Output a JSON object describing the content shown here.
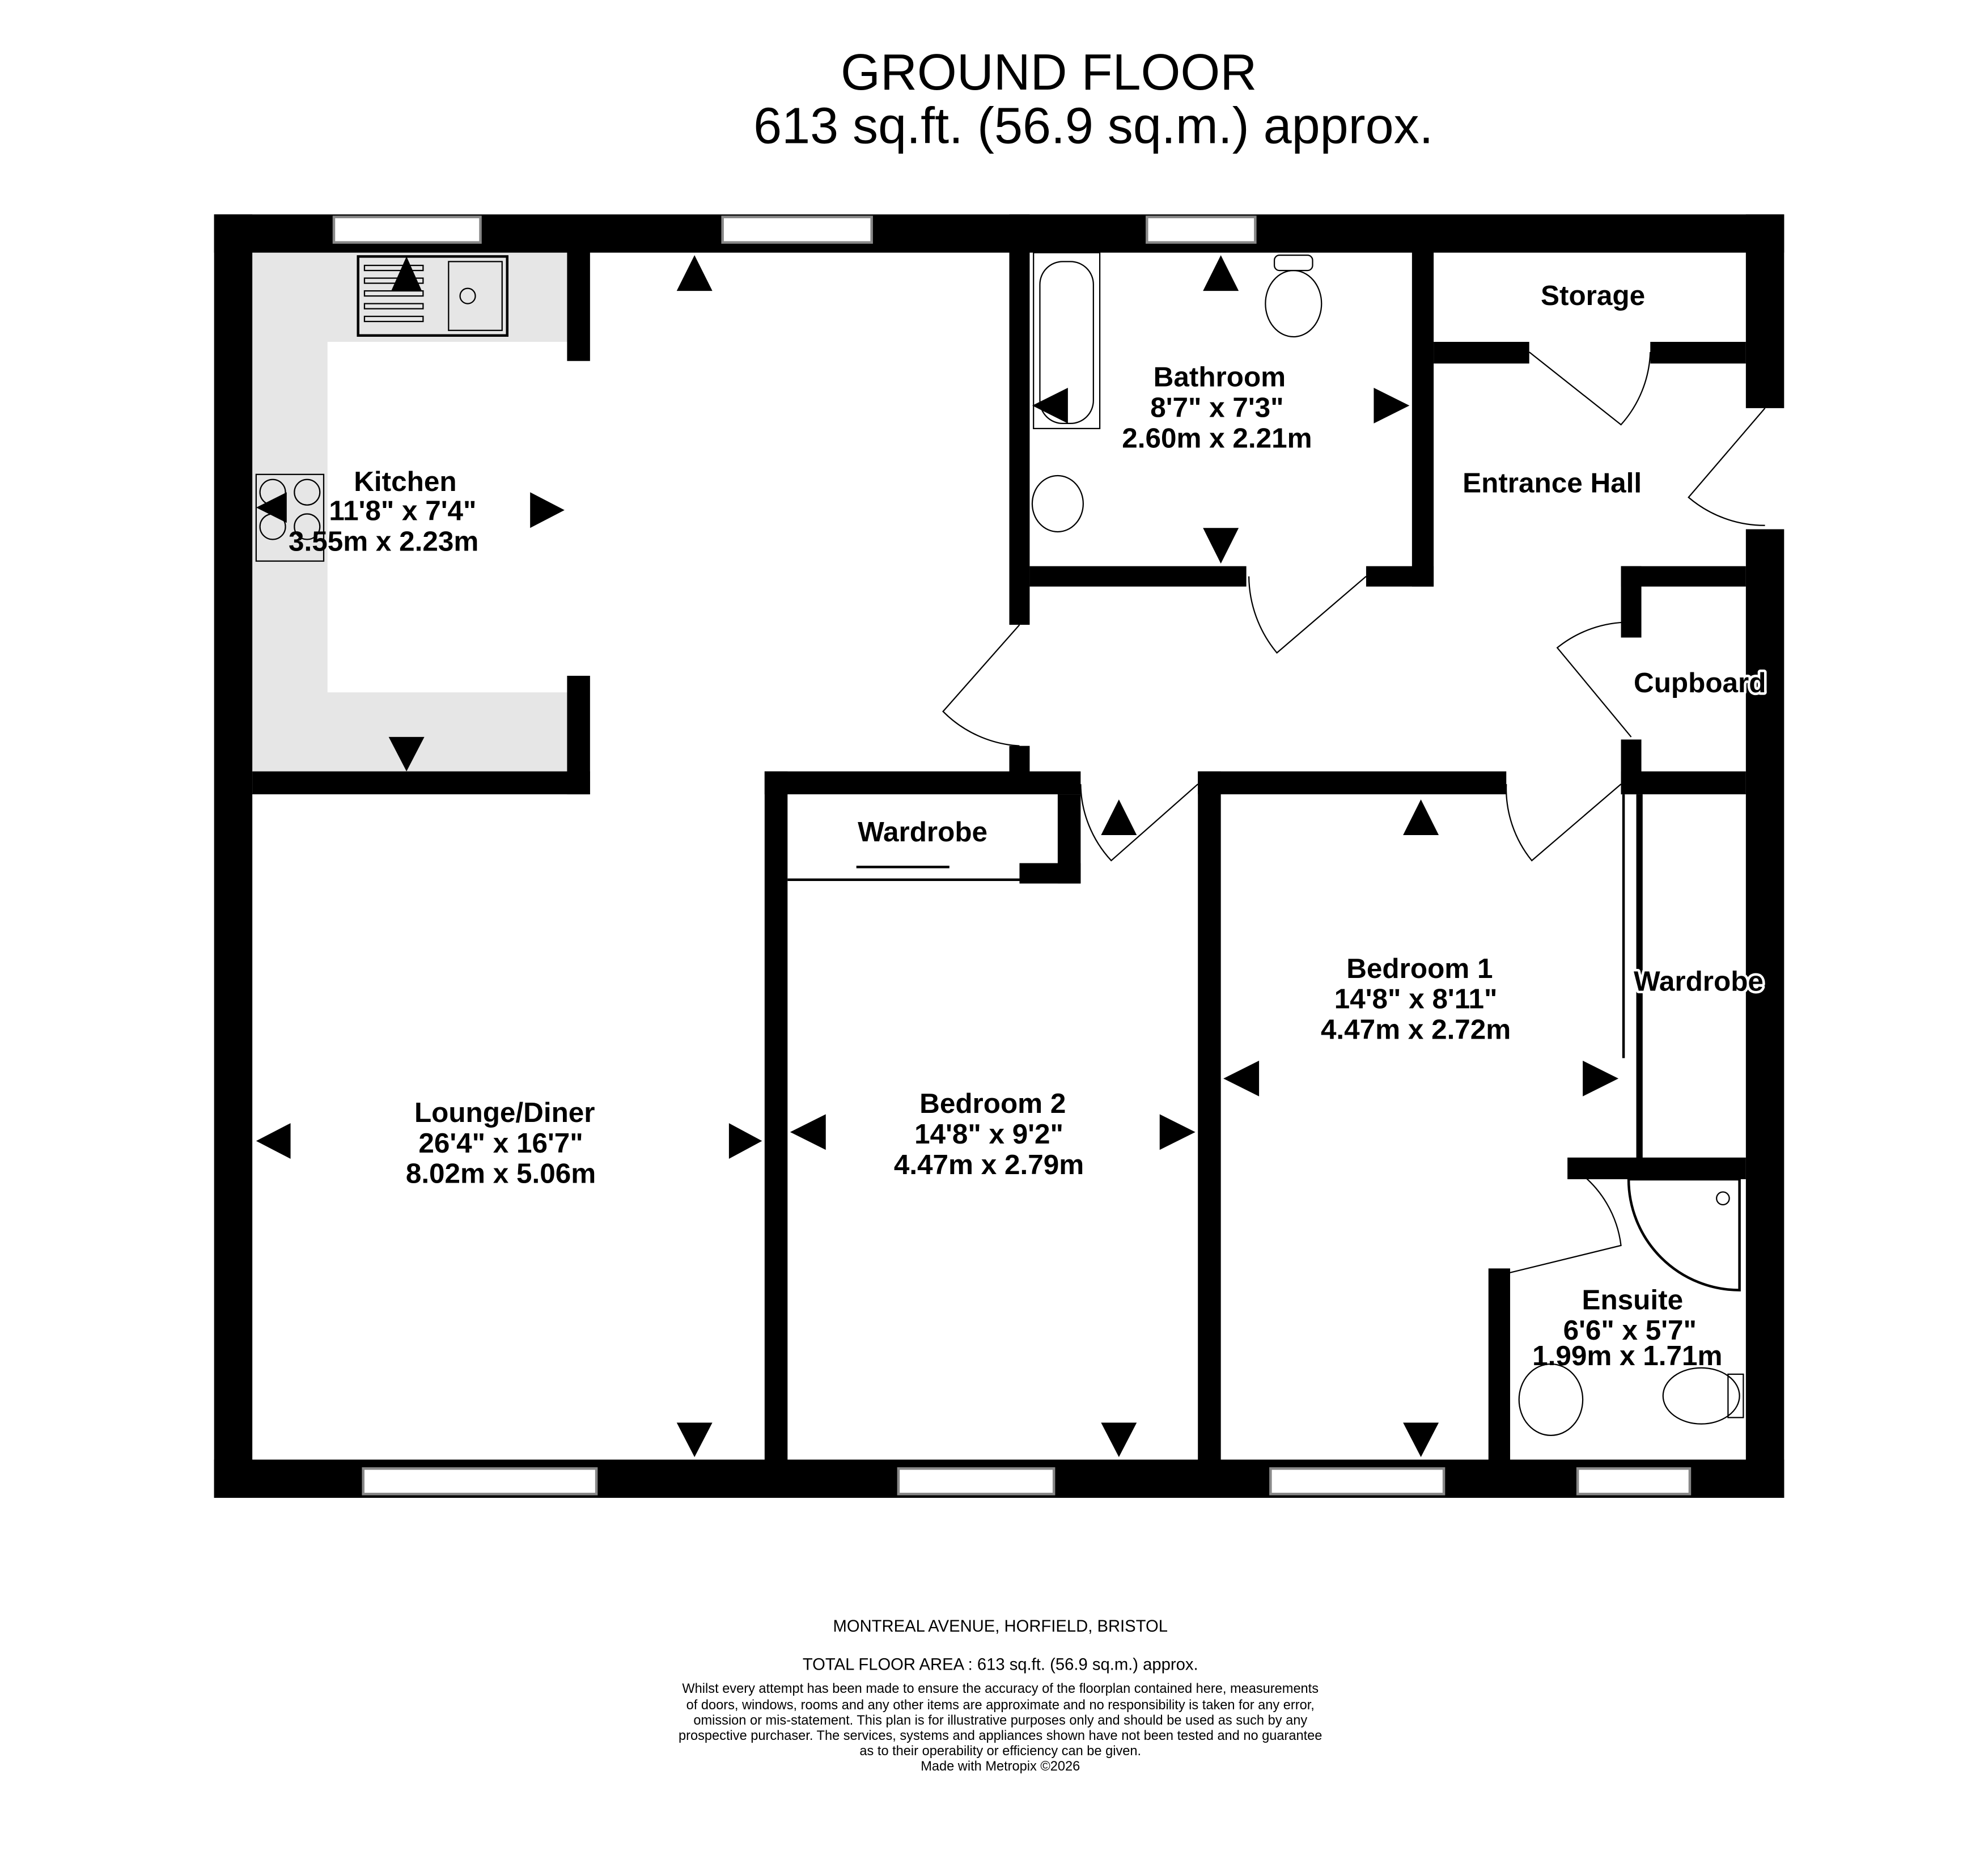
{
  "header": {
    "floor_title": "GROUND FLOOR",
    "floor_area": "613 sq.ft. (56.9 sq.m.) approx."
  },
  "rooms": {
    "kitchen": {
      "name": "Kitchen",
      "imperial": "11'8\"  x 7'4\"",
      "metric": "3.55m  x 2.23m"
    },
    "bathroom": {
      "name": "Bathroom",
      "imperial": "8'7\"  x 7'3\"",
      "metric": "2.60m  x 2.21m"
    },
    "storage": {
      "name": "Storage"
    },
    "entrance_hall": {
      "name": "Entrance Hall"
    },
    "cupboard": {
      "name": "Cupboard"
    },
    "wardrobe_bed2": {
      "name": "Wardrobe"
    },
    "wardrobe_bed1": {
      "name": "Wardrobe"
    },
    "lounge": {
      "name": "Lounge/Diner",
      "imperial": "26'4\"  x 16'7\"",
      "metric": "8.02m  x 5.06m"
    },
    "bedroom2": {
      "name": "Bedroom 2",
      "imperial": "14'8\"  x 9'2\"",
      "metric": "4.47m  x 2.79m"
    },
    "bedroom1": {
      "name": "Bedroom 1",
      "imperial": "14'8\"  x 8'11\"",
      "metric": "4.47m  x 2.72m"
    },
    "ensuite": {
      "name": "Ensuite",
      "imperial": "6'6\"  x 5'7\"",
      "metric": "1.99m  x 1.71m"
    }
  },
  "footer": {
    "address": "MONTREAL AVENUE, HORFIELD, BRISTOL",
    "total_area": "TOTAL FLOOR AREA : 613 sq.ft. (56.9 sq.m.) approx.",
    "disclaimer": [
      "Whilst every attempt has been made to ensure the accuracy of the floorplan contained here, measurements",
      "of doors, windows, rooms and any other items are approximate and no responsibility is taken for any error,",
      "omission or mis-statement. This plan is for illustrative purposes only and should be used as such by any",
      "prospective purchaser. The services, systems and appliances shown have not been tested and no guarantee",
      "as to their operability or efficiency can be given."
    ],
    "credit": "Made with Metropix ©2026"
  }
}
